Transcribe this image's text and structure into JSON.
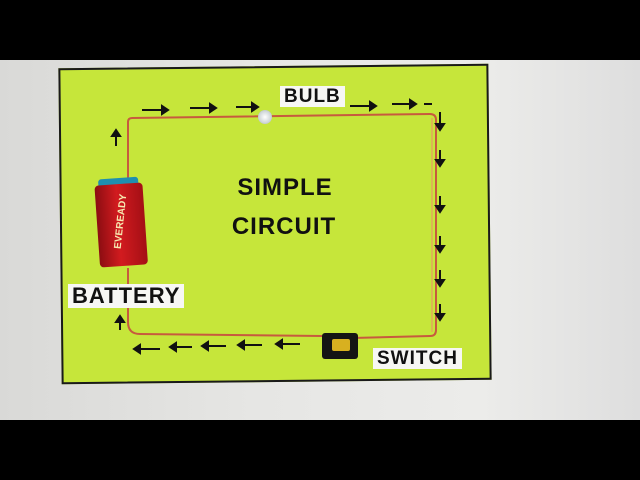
{
  "labels": {
    "bulb": "BULB",
    "battery": "BATTERY",
    "switch": "SWITCH"
  },
  "title": {
    "line1": "SIMPLE",
    "line2": "CIRCUIT"
  },
  "battery": {
    "brand": "EVEREADY"
  },
  "colors": {
    "board": "#c6e63a",
    "wire": "#e36b4f",
    "battery": "#d21b1f",
    "arrow": "#111111"
  }
}
